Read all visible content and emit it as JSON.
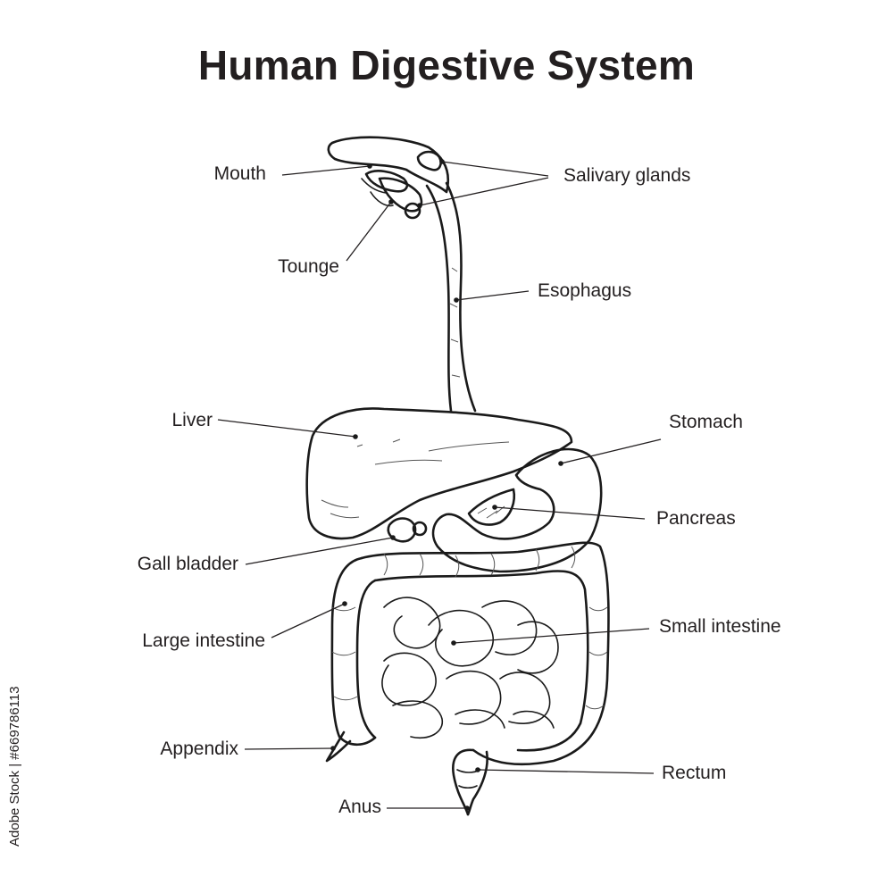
{
  "title": "Human Digestive System",
  "labels": {
    "mouth": "Mouth",
    "salivary_glands": "Salivary glands",
    "tounge": "Tounge",
    "esophagus": "Esophagus",
    "liver": "Liver",
    "stomach": "Stomach",
    "pancreas": "Pancreas",
    "gall_bladder": "Gall bladder",
    "large_intestine": "Large intestine",
    "small_intestine": "Small intestine",
    "appendix": "Appendix",
    "rectum": "Rectum",
    "anus": "Anus"
  },
  "watermark": "Adobe Stock | #669786113"
}
